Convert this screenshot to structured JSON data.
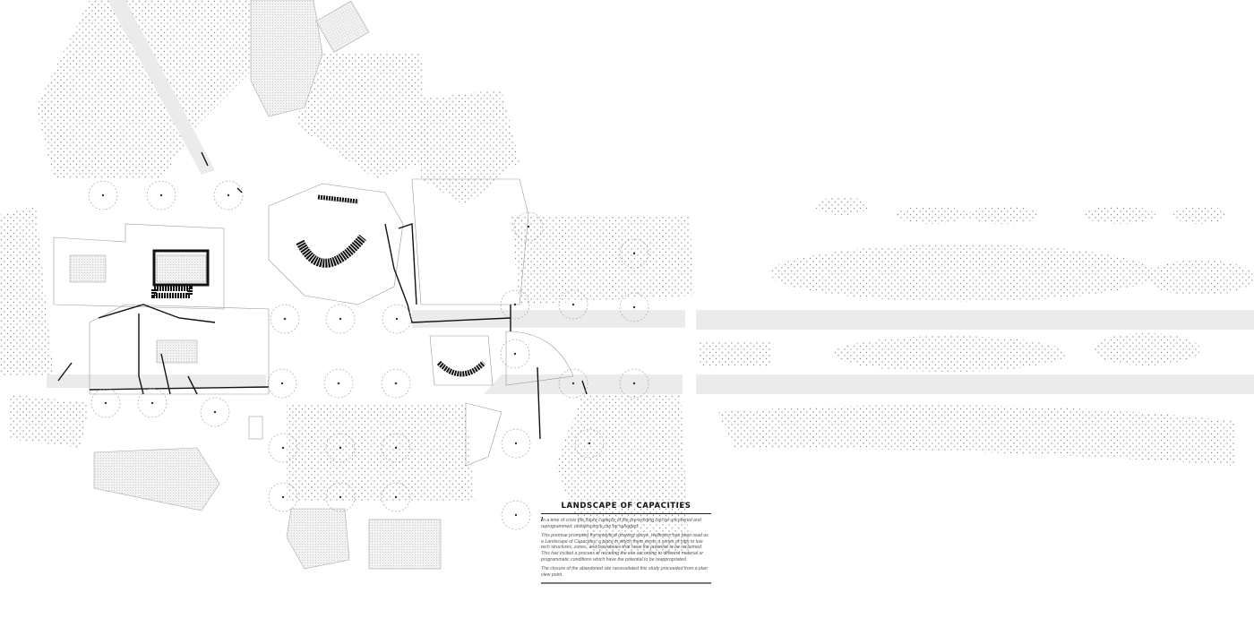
{
  "caption": {
    "title": "LANDSCAPE OF CAPACITIES",
    "paragraphs": [
      "In a time of crisis the future capacity of the pre-existing can be uncovered and reprogrammed; obsolescence can be salvaged.",
      "This premise prompted the analytical drawing above. Hellinikon has been read as a Landscape of Capacities, a place in which there exists a series of high to low tech structures, zones, and boundaries that have the potential to be reclaimed. This has incited a process of recoding the site according to different material or programmatic conditions which have the potential to be reappropriated.",
      "The closure of the abandoned site necessitated this study proceeded from a plan view point."
    ]
  },
  "colors": {
    "runway": "#ebebeb",
    "dots": "#999999",
    "ink": "#111111"
  }
}
